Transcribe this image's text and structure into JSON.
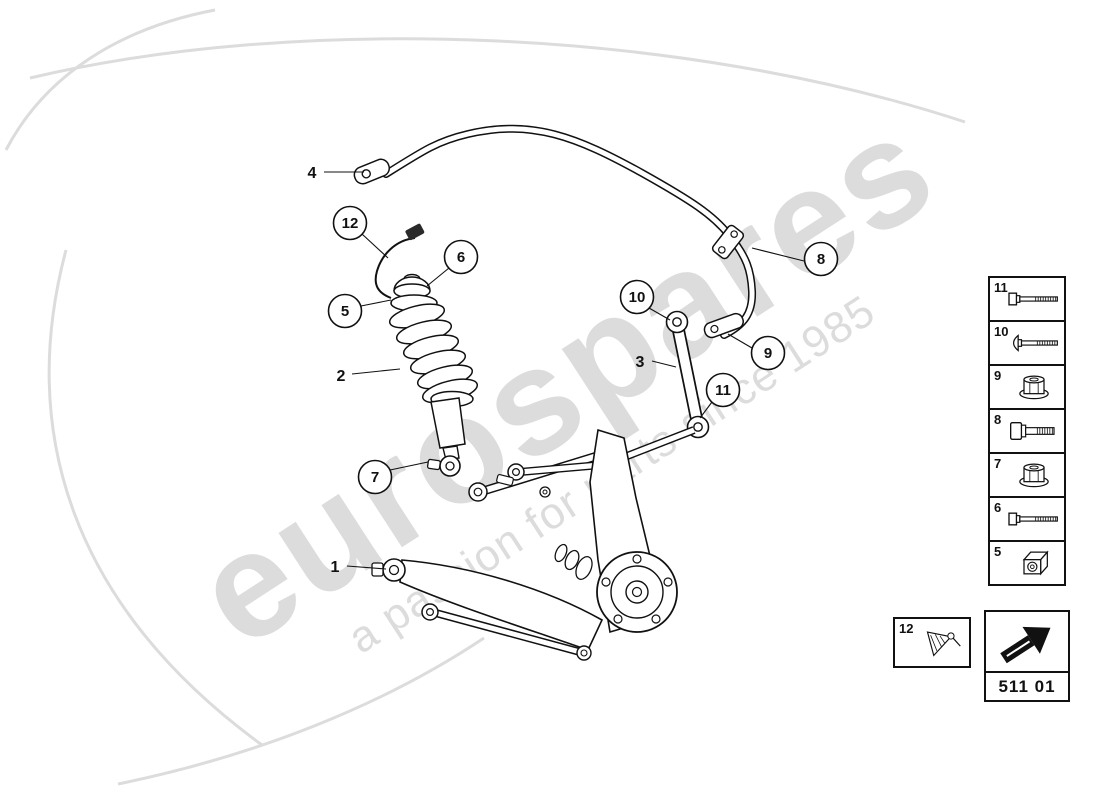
{
  "watermark": {
    "brand": "eurospares",
    "tagline": "a passion for parts since 1985"
  },
  "diagram": {
    "part_labels": {
      "p1": "1",
      "p2": "2",
      "p3": "3",
      "p4": "4"
    },
    "callouts": {
      "c5": "5",
      "c6": "6",
      "c7": "7",
      "c8": "8",
      "c9": "9",
      "c10": "10",
      "c11": "11",
      "c12": "12"
    }
  },
  "legend": {
    "items": [
      {
        "number": "11",
        "icon": "long-bolt-icon"
      },
      {
        "number": "10",
        "icon": "long-screw-icon"
      },
      {
        "number": "9",
        "icon": "flange-nut-icon"
      },
      {
        "number": "8",
        "icon": "short-bolt-icon"
      },
      {
        "number": "7",
        "icon": "flange-nut-icon"
      },
      {
        "number": "6",
        "icon": "long-bolt-icon"
      },
      {
        "number": "5",
        "icon": "square-nut-icon"
      }
    ],
    "clip_item": {
      "number": "12",
      "icon": "clip-icon"
    },
    "nav": {
      "code": "511 01",
      "icon": "arrow-icon"
    }
  },
  "colors": {
    "line": "#111111",
    "watermark": "#c6c6c6",
    "swoosh": "#dcdcdc",
    "background": "#ffffff"
  }
}
